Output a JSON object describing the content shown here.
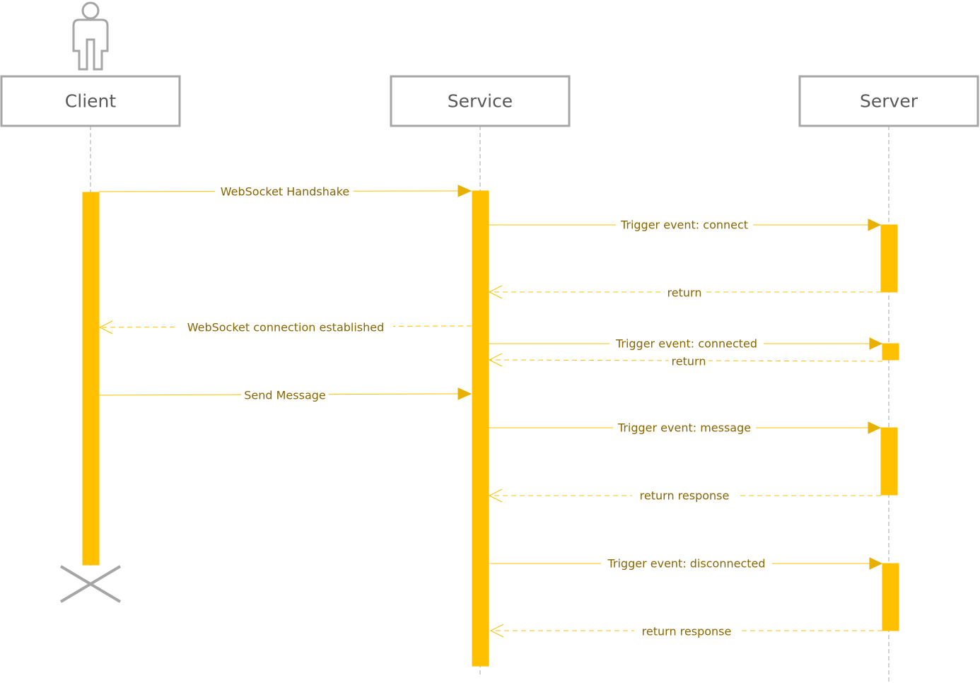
{
  "participants": [
    {
      "id": "client",
      "label": "Client",
      "actor_icon": "actor-icon"
    },
    {
      "id": "service",
      "label": "Service"
    },
    {
      "id": "server",
      "label": "Server"
    }
  ],
  "messages": [
    {
      "from": "client",
      "to": "service",
      "kind": "sync",
      "label": "WebSocket Handshake"
    },
    {
      "from": "service",
      "to": "server",
      "kind": "sync",
      "label": "Trigger event: connect"
    },
    {
      "from": "server",
      "to": "service",
      "kind": "return",
      "label": "return"
    },
    {
      "from": "service",
      "to": "client",
      "kind": "return",
      "label": "WebSocket connection established"
    },
    {
      "from": "service",
      "to": "server",
      "kind": "sync",
      "label": "Trigger event: connected"
    },
    {
      "from": "server",
      "to": "service",
      "kind": "return",
      "label": "return"
    },
    {
      "from": "client",
      "to": "service",
      "kind": "sync",
      "label": "Send Message"
    },
    {
      "from": "service",
      "to": "server",
      "kind": "sync",
      "label": "Trigger event: message"
    },
    {
      "from": "server",
      "to": "service",
      "kind": "return",
      "label": "return response"
    },
    {
      "from": "service",
      "to": "server",
      "kind": "sync",
      "label": "Trigger event: disconnected"
    },
    {
      "from": "server",
      "to": "service",
      "kind": "return",
      "label": "return response"
    }
  ],
  "client_destroyed": true,
  "colors": {
    "activation": "#ffc000",
    "message_text": "#8a6500",
    "box_border": "#a6a6a6",
    "participant_text": "#595959"
  }
}
